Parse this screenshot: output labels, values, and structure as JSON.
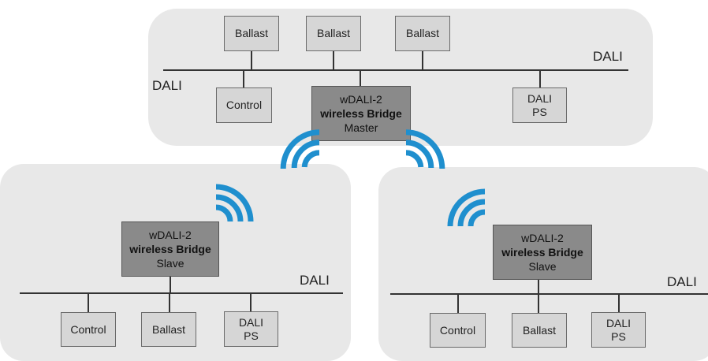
{
  "top": {
    "bus_label_left": "DALI",
    "bus_label_right": "DALI",
    "ballast_1": "Ballast",
    "ballast_2": "Ballast",
    "ballast_3": "Ballast",
    "control": "Control",
    "ps_line1": "DALI",
    "ps_line2": "PS",
    "bridge": {
      "model": "wDALI-2",
      "name": "wireless Bridge",
      "role": "Master"
    }
  },
  "left": {
    "bus_label": "DALI",
    "control": "Control",
    "ballast": "Ballast",
    "ps_line1": "DALI",
    "ps_line2": "PS",
    "bridge": {
      "model": "wDALI-2",
      "name": "wireless Bridge",
      "role": "Slave"
    }
  },
  "right": {
    "bus_label": "DALI",
    "control": "Control",
    "ballast": "Ballast",
    "ps_line1": "DALI",
    "ps_line2": "PS",
    "bridge": {
      "model": "wDALI-2",
      "name": "wireless Bridge",
      "role": "Slave"
    }
  },
  "colors": {
    "wave": "#1f8fce",
    "panel": "#e8e8e8",
    "bridge": "#8a8a8a",
    "device": "#d6d6d6"
  },
  "icons": [
    "wifi-signal-icon"
  ]
}
